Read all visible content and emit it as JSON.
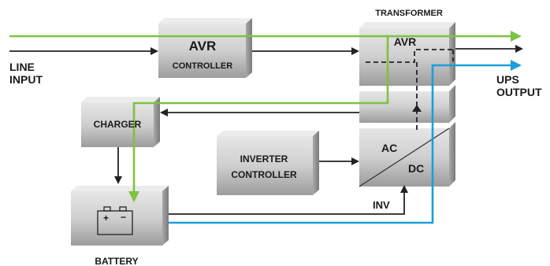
{
  "labels": {
    "line_input_1": "LINE",
    "line_input_2": "INPUT",
    "ups_output_1": "UPS",
    "ups_output_2": "OUTPUT",
    "transformer": "TRANSFORMER",
    "avr_title": "AVR",
    "avr_sub": "CONTROLLER",
    "transformer_avr": "AVR",
    "charger": "CHARGER",
    "inverter_1": "INVERTER",
    "inverter_2": "CONTROLLER",
    "ac": "AC",
    "dc": "DC",
    "inv": "INV",
    "battery": "BATTERY",
    "battery_plus": "+",
    "battery_minus": "−"
  },
  "colors": {
    "green": "#7dc242",
    "blue": "#1b9fd9",
    "arrow": "#222222",
    "box_face": "#d2d2d2",
    "box_side": "#9a9a9a",
    "box_top": "#e8e8e8"
  },
  "icons": [
    "battery-icon"
  ]
}
